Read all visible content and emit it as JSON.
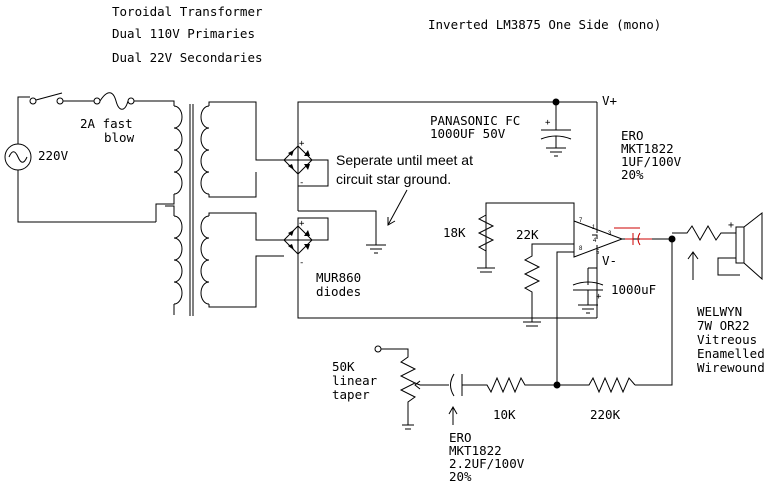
{
  "title_block": {
    "line1": "Toroidal Transformer",
    "line2": "Dual 110V Primaries",
    "line3": "Dual 22V Secondaries",
    "subtitle": "Inverted LM3875 One Side (mono)"
  },
  "mains": {
    "voltage": "220V",
    "fuse_line1": "2A fast",
    "fuse_line2": "blow"
  },
  "note": {
    "line1": "Seperate until meet at",
    "line2": "circuit star ground."
  },
  "diodes": {
    "line1": "MUR860",
    "line2": "diodes"
  },
  "supply_cap": {
    "line1": "PANASONIC FC",
    "line2": "1000UF 50V"
  },
  "rails": {
    "positive": "V+",
    "negative": "V-"
  },
  "output_cap": {
    "line1": "ERO",
    "line2": "MKT1822",
    "line3": "1UF/100V",
    "line4": "20%"
  },
  "resistors": {
    "r18k": "18K",
    "r22k": "22K",
    "r10k": "10K",
    "r220k": "220K"
  },
  "neg_cap": "1000uF",
  "pot": {
    "line1": "50K",
    "line2": "linear",
    "line3": "taper"
  },
  "input_cap": {
    "line1": "ERO",
    "line2": "MKT1822",
    "line3": "2.2UF/100V",
    "line4": "20%"
  },
  "output_resistor": {
    "line1": "WELWYN",
    "line2": "7W OR22",
    "line3": "Vitreous",
    "line4": "Enamelled",
    "line5": "Wirewound"
  },
  "polarity": {
    "plus": "+",
    "minus": "-"
  },
  "ic_pins": {
    "p7": "7",
    "p8": "8",
    "p1": "1",
    "p4": "4",
    "p3": "3",
    "p5": "5"
  },
  "colors": {
    "wire": "#000000",
    "zobel": "#cc0000",
    "background": "#ffffff"
  }
}
